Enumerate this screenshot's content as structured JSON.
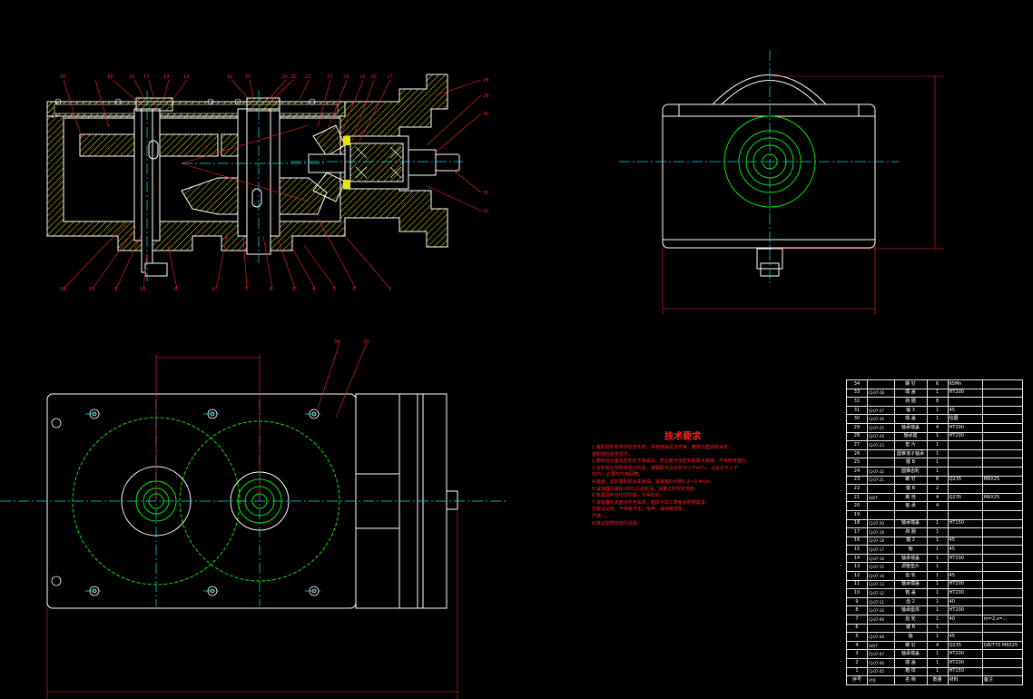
{
  "tech_requirements": {
    "title": "技术要求",
    "lines": [
      "1.装配前所有零件应去毛刺，并用煤油清洗干净，箱体内壁涂耐油漆；",
      "  装配前应检查零件；",
      "2.箱体结合面及密封处不得漏油，结合面可涂密封胶或水玻璃，不得使用垫片；",
      "3.齿轮啮合侧隙用铅丝检验，接触斑点沿齿高不小于40%，沿齿长不小于",
      "  50%，必要时可用研磨；",
      "4.轴承、齿轮装配前涂润滑油，轴承轴向间隙0.2～0.4mm；",
      "5.减速器内装N220工业齿轮油，油量达到规定高度；",
      "6.各紧固件应均匀拧紧，不得松动；",
      "7.减速器外表面涂灰色油漆，箱体不加工表面涂防锈底漆，",
      "  空载试运转，不得有冲击、噪声、漏油等现象；",
      "  严禁...；",
      "8.按试验规范进行试验。"
    ]
  },
  "bom": {
    "rows": [
      {
        "no": "34",
        "code": "",
        "name": "螺  钉",
        "qty": "6",
        "mat": "65Mn",
        "note": ""
      },
      {
        "no": "33",
        "code": "CJ-07-28",
        "name": "端  盖",
        "qty": "1",
        "mat": "HT200",
        "note": ""
      },
      {
        "no": "32",
        "code": "",
        "name": "挡  圈",
        "qty": "8",
        "mat": "",
        "note": ""
      },
      {
        "no": "31",
        "code": "CJ-07-27",
        "name": "轴  3",
        "qty": "1",
        "mat": "45",
        "note": ""
      },
      {
        "no": "30",
        "code": "CJ-07-26",
        "name": "端  盖",
        "qty": "1",
        "mat": "毡圈",
        "note": ""
      },
      {
        "no": "29",
        "code": "CJ-07-25",
        "name": "轴承端盖",
        "qty": "4",
        "mat": "HT200",
        "note": ""
      },
      {
        "no": "28",
        "code": "CJ-07-24",
        "name": "轴承座",
        "qty": "1",
        "mat": "HT200",
        "note": ""
      },
      {
        "no": "27",
        "code": "CJ-07-23",
        "name": "垫  片",
        "qty": "1",
        "mat": "",
        "note": ""
      },
      {
        "no": "26",
        "code": "",
        "name": "圆锥滚子轴承",
        "qty": "1",
        "mat": "",
        "note": ""
      },
      {
        "no": "25",
        "code": "",
        "name": "键  B",
        "qty": "1",
        "mat": "",
        "note": ""
      },
      {
        "no": "24",
        "code": "CJ-07-22",
        "name": "圆锥齿轮",
        "qty": "1",
        "mat": "",
        "note": ""
      },
      {
        "no": "23",
        "code": "CJ-07-21",
        "name": "螺  钉",
        "qty": "6",
        "mat": "Q235",
        "note": "M6X25"
      },
      {
        "no": "22",
        "code": "",
        "name": "键  B",
        "qty": "2",
        "mat": "",
        "note": ""
      },
      {
        "no": "21",
        "code": "GB/T-",
        "name": "螺  栓",
        "qty": "4",
        "mat": "Q235",
        "note": "M6X25"
      },
      {
        "no": "20",
        "code": "",
        "name": "轴  承",
        "qty": "4",
        "mat": "",
        "note": ""
      },
      {
        "no": "19",
        "code": "",
        "name": "",
        "qty": "",
        "mat": "",
        "note": ""
      },
      {
        "no": "18",
        "code": "CJ-07-20",
        "name": "轴承端盖",
        "qty": "1",
        "mat": "HT150",
        "note": ""
      },
      {
        "no": "17",
        "code": "CJ-07-19",
        "name": "挡  圈",
        "qty": "1",
        "mat": "",
        "note": ""
      },
      {
        "no": "16",
        "code": "CJ-07-18",
        "name": "轴  2",
        "qty": "1",
        "mat": "45",
        "note": ""
      },
      {
        "no": "15",
        "code": "CJ-07-17",
        "name": "轴",
        "qty": "1",
        "mat": "45",
        "note": ""
      },
      {
        "no": "14",
        "code": "CJ-07-16",
        "name": "轴承端盖",
        "qty": "1",
        "mat": "HT200",
        "note": ""
      },
      {
        "no": "13",
        "code": "CJ-07-15",
        "name": "调整垫片",
        "qty": "1",
        "mat": "",
        "note": ""
      },
      {
        "no": "12",
        "code": "CJ-07-14",
        "name": "齿  轮",
        "qty": "1",
        "mat": "45",
        "note": ""
      },
      {
        "no": "11",
        "code": "CJ-07-13",
        "name": "轴承端盖",
        "qty": "1",
        "mat": "HT200",
        "note": ""
      },
      {
        "no": "10",
        "code": "CJ-07-12",
        "name": "箱  盖",
        "qty": "1",
        "mat": "HT200",
        "note": ""
      },
      {
        "no": "9",
        "code": "CJ-07-11",
        "name": "齿  2",
        "qty": "1",
        "mat": "40",
        "note": ""
      },
      {
        "no": "8",
        "code": "CJ-07-10",
        "name": "轴承座体",
        "qty": "1",
        "mat": "HT200",
        "note": ""
      },
      {
        "no": "7",
        "code": "CJ-07-09",
        "name": "齿  轮",
        "qty": "1",
        "mat": "40",
        "note": "m=2,z=..."
      },
      {
        "no": "6",
        "code": "",
        "name": "键  B",
        "qty": "1",
        "mat": "",
        "note": ""
      },
      {
        "no": "5",
        "code": "CJ-07-08",
        "name": "轴",
        "qty": "1",
        "mat": "45",
        "note": ""
      },
      {
        "no": "4",
        "code": "GB/T-",
        "name": "螺  钉",
        "qty": "4",
        "mat": "Q235",
        "note": "GB/T70 M6X25"
      },
      {
        "no": "3",
        "code": "CJ-07-07",
        "name": "轴承端盖",
        "qty": "1",
        "mat": "HT200",
        "note": ""
      },
      {
        "no": "2",
        "code": "CJ-07-06",
        "name": "端  盖",
        "qty": "1",
        "mat": "HT200",
        "note": ""
      },
      {
        "no": "1",
        "code": "CJ-07-05",
        "name": "箱  体",
        "qty": "1",
        "mat": "HT150",
        "note": ""
      }
    ],
    "header": {
      "no": "序号",
      "code": "代号",
      "name": "名  称",
      "qty": "数量",
      "mat": "材料",
      "note": "备注"
    }
  },
  "colors": {
    "background": "#000000",
    "outline": "#ffffff",
    "hatch": "#ffff00",
    "center": "#00ffff",
    "dimension": "#ff2020",
    "gear": "#00ff00"
  }
}
